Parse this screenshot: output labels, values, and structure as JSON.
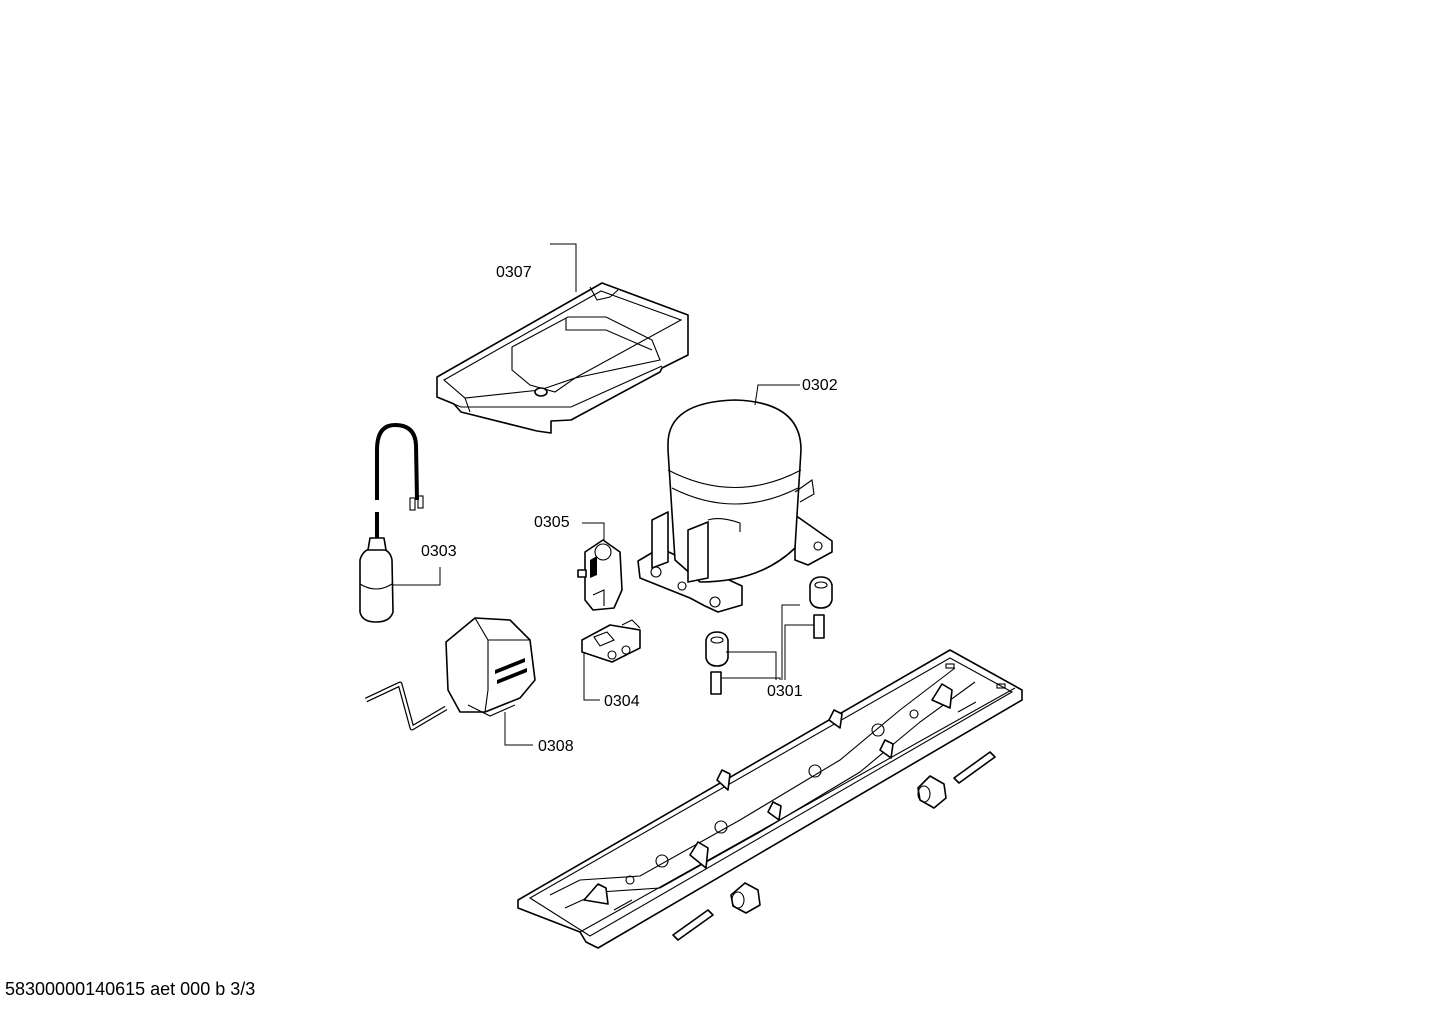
{
  "callouts": {
    "c0307": "0307",
    "c0302": "0302",
    "c0305": "0305",
    "c0303": "0303",
    "c0304": "0304",
    "c0301": "0301",
    "c0308": "0308"
  },
  "footer": {
    "document_id": "58300000140615 aet 000 b 3/3"
  }
}
